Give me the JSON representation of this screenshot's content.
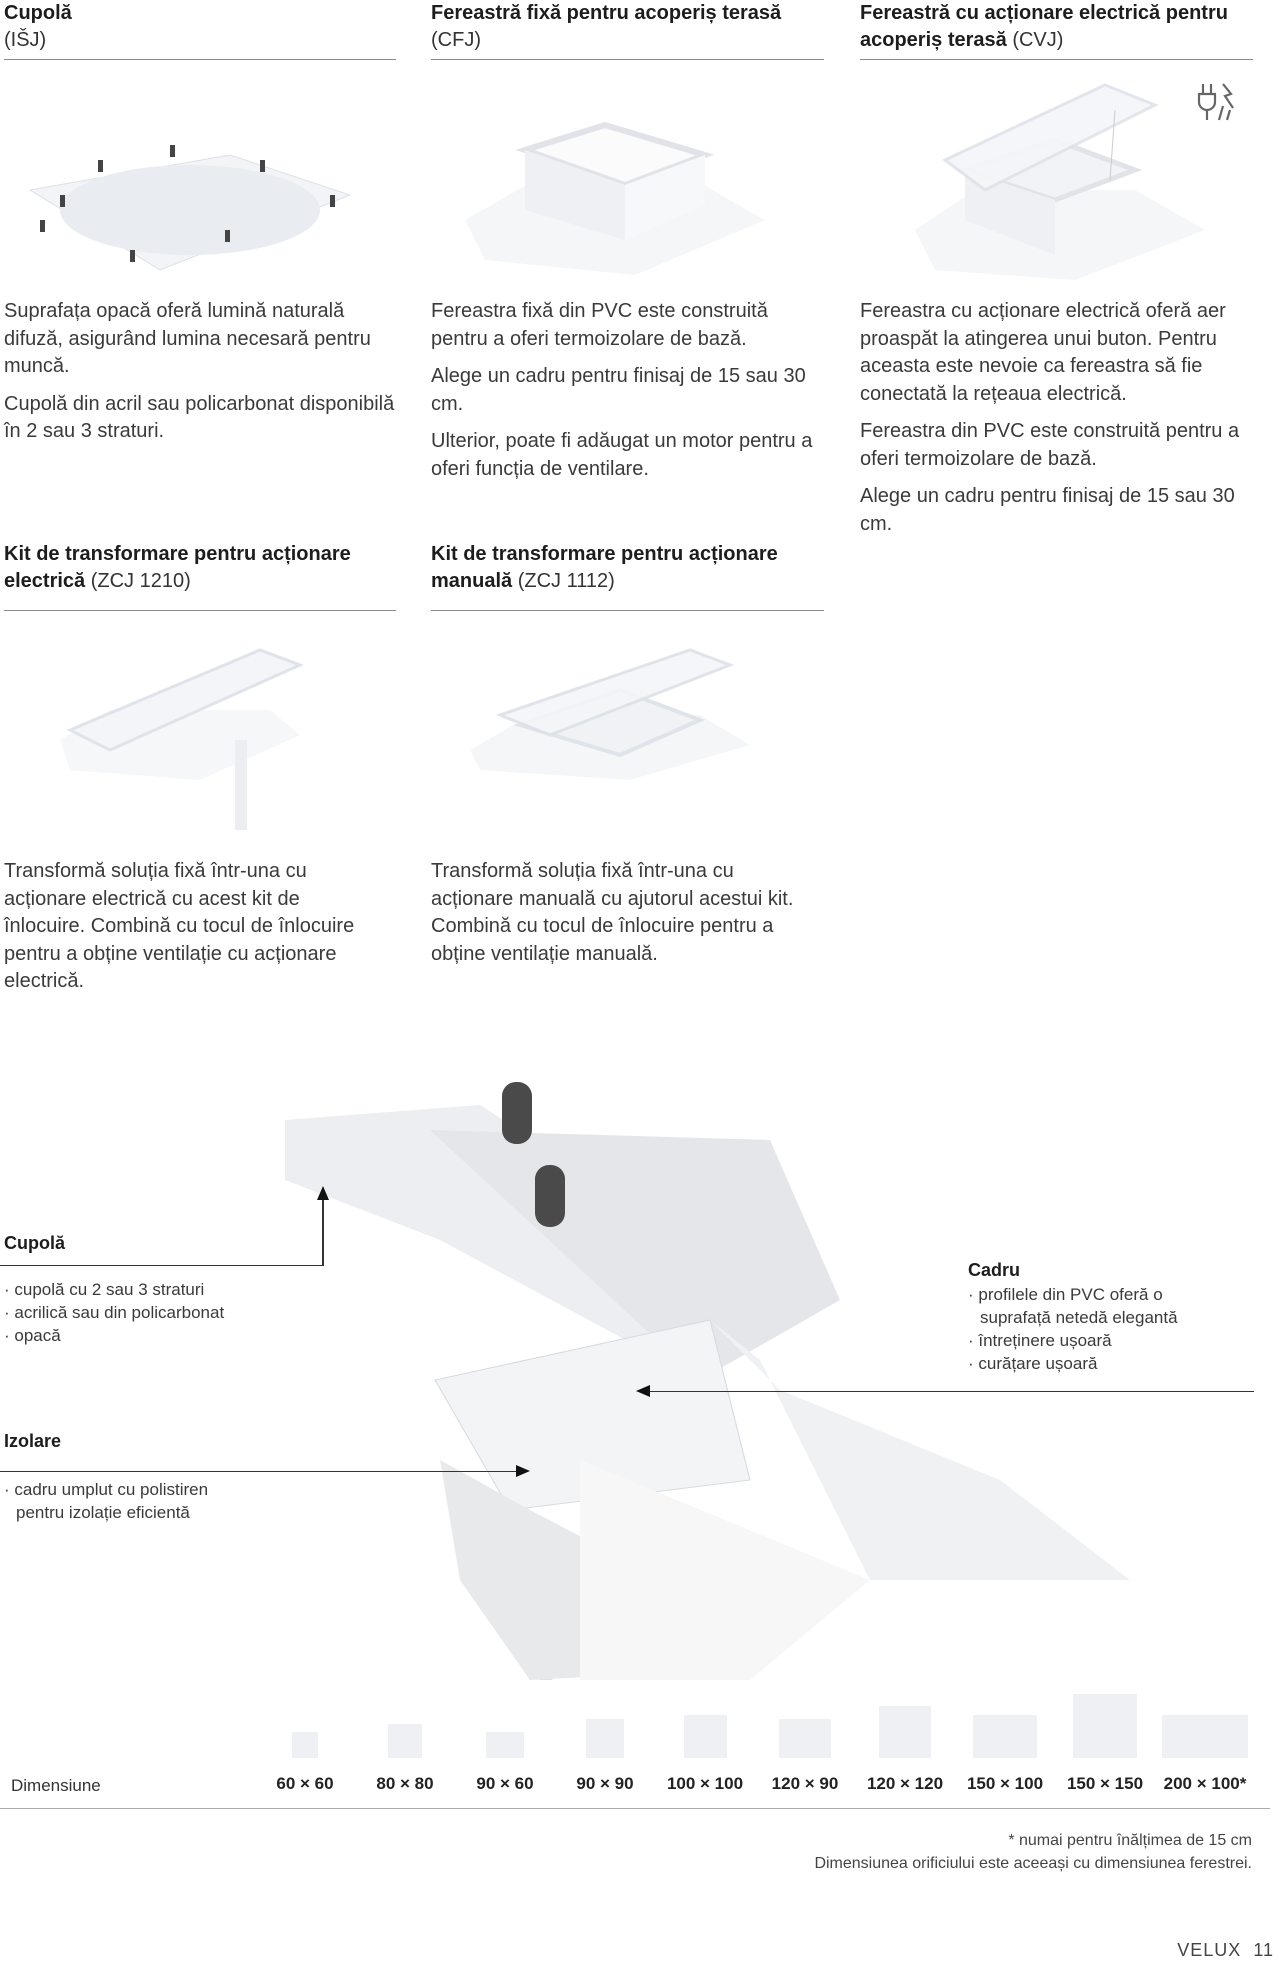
{
  "products": [
    {
      "title": "Cupolă",
      "code": "(IŠJ)",
      "paragraphs": [
        "Suprafața opacă oferă lumină naturală difuză, asigurând lumina necesară pentru muncă.",
        "Cupolă din acril sau policarbonat disponibilă în 2 sau 3 straturi."
      ]
    },
    {
      "title": "Fereastră fixă pentru acoperiș terasă",
      "code": "(CFJ)",
      "paragraphs": [
        "Fereastra fixă din PVC este construită pentru a oferi termoizolare de bază.",
        "Alege un cadru pentru finisaj de 15 sau 30 cm.",
        "Ulterior, poate fi adăugat un motor pentru a oferi funcția de ventilare."
      ]
    },
    {
      "title": "Fereastră cu acționare electrică pentru acoperiș terasă",
      "code": "(CVJ)",
      "icon": "electric-plug-icon",
      "paragraphs": [
        "Fereastra cu acționare electrică oferă aer proaspăt la atingerea unui buton. Pentru aceasta este nevoie ca fereastra să fie conectată la rețeaua electrică.",
        "Fereastra din PVC este construită pentru a oferi termoizolare de bază.",
        "Alege un cadru pentru finisaj de 15 sau 30 cm."
      ]
    }
  ],
  "kits": [
    {
      "title": "Kit de transformare pentru acționare electrică",
      "code": "(ZCJ 1210)",
      "paragraphs": [
        "Transformă soluția fixă într-una cu acționare electrică cu acest kit de înlocuire. Combină cu tocul de înlocuire pentru a obține ventilație cu acționare electrică."
      ]
    },
    {
      "title": "Kit de transformare pentru acționare manuală",
      "code": "(ZCJ 1112)",
      "paragraphs": [
        "Transformă soluția fixă într-una cu acționare manuală cu ajutorul acestui kit. Combină cu tocul de înlocuire pentru a obține ventilație manuală."
      ]
    }
  ],
  "diagram": {
    "cupola": {
      "title": "Cupolă",
      "bullets": [
        "· cupolă cu 2 sau 3 straturi",
        "· acrilică sau din policarbonat",
        "· opacă"
      ]
    },
    "izolare": {
      "title": "Izolare",
      "bullets": [
        "· cadru umplut cu polistiren pentru izolație eficientă"
      ]
    },
    "cadru": {
      "title": "Cadru",
      "bullets": [
        "· profilele din PVC oferă o suprafață netedă elegantă",
        "· întreținere ușoară",
        "· curățare ușoară"
      ]
    }
  },
  "sizes": {
    "label": "Dimensiune",
    "items": [
      "60 × 60",
      "80 × 80",
      "90 × 60",
      "90 × 90",
      "100 × 100",
      "120 × 90",
      "120 × 120",
      "150 × 100",
      "150 × 150",
      "200 × 100*"
    ],
    "box_color": "#eef0f4"
  },
  "footnotes": [
    "* numai pentru înălțimea de 15 cm",
    "Dimensiunea orificiului este aceeași cu dimensiunea ferestrei."
  ],
  "footer": {
    "brand": "VELUX",
    "page": "11"
  }
}
